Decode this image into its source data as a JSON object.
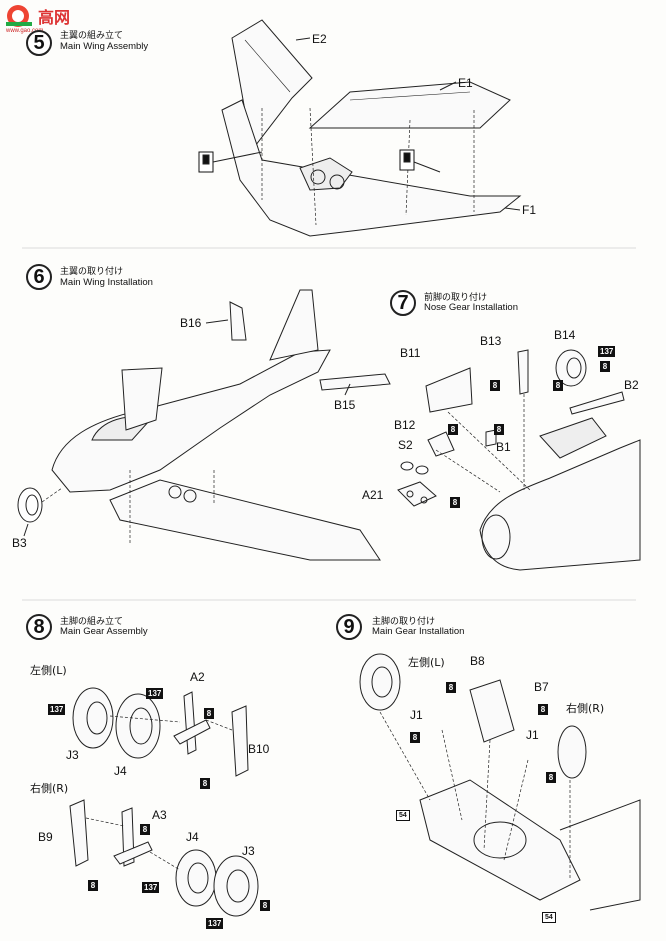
{
  "watermark": {
    "text": "高网",
    "url": "www.gao.com"
  },
  "steps": [
    {
      "number": "5",
      "jp": "主翼の組み立て",
      "en": "Main Wing Assembly"
    },
    {
      "number": "6",
      "jp": "主翼の取り付け",
      "en": "Main Wing Installation"
    },
    {
      "number": "7",
      "jp": "前脚の取り付け",
      "en": "Nose Gear Installation"
    },
    {
      "number": "8",
      "jp": "主脚の組み立て",
      "en": "Main Gear Assembly"
    },
    {
      "number": "9",
      "jp": "主脚の取り付け",
      "en": "Main Gear Installation"
    }
  ],
  "step5": {
    "parts": [
      "E2",
      "E1",
      "F1"
    ]
  },
  "step6": {
    "parts": [
      "B16",
      "B15",
      "B3"
    ]
  },
  "step7": {
    "parts": [
      "B13",
      "B14",
      "B11",
      "B2",
      "B12",
      "B1",
      "S2",
      "A21"
    ],
    "paint_codes": [
      "137",
      "8"
    ]
  },
  "step8": {
    "left_label": "左側(L)",
    "right_label": "右側(R)",
    "parts_left": [
      "A2",
      "B10",
      "J3",
      "J4"
    ],
    "parts_right": [
      "A3",
      "B9",
      "J4",
      "J3"
    ],
    "paint_codes": [
      "137",
      "8"
    ]
  },
  "step9": {
    "left_label": "左側(L)",
    "right_label": "右側(R)",
    "parts": [
      "B8",
      "B7",
      "J1",
      "J1"
    ],
    "paint_codes": [
      "8",
      "54"
    ]
  }
}
